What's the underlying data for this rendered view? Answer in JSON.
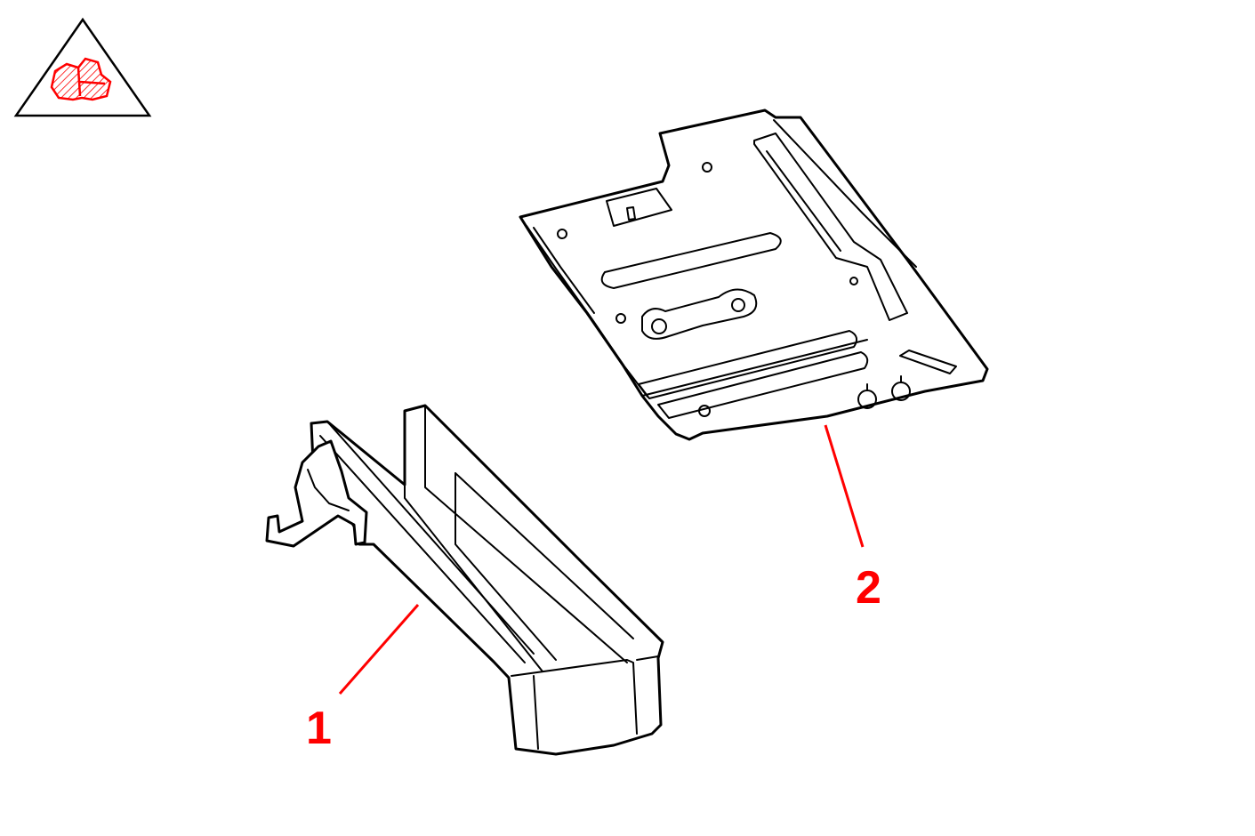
{
  "colors": {
    "callout": "#ff0000",
    "line": "#000000",
    "background": "#ffffff"
  },
  "symbol": {
    "icon": "warning-triangle-hatched-icon"
  },
  "callouts": [
    {
      "id": "1",
      "label": "1"
    },
    {
      "id": "2",
      "label": "2"
    }
  ]
}
